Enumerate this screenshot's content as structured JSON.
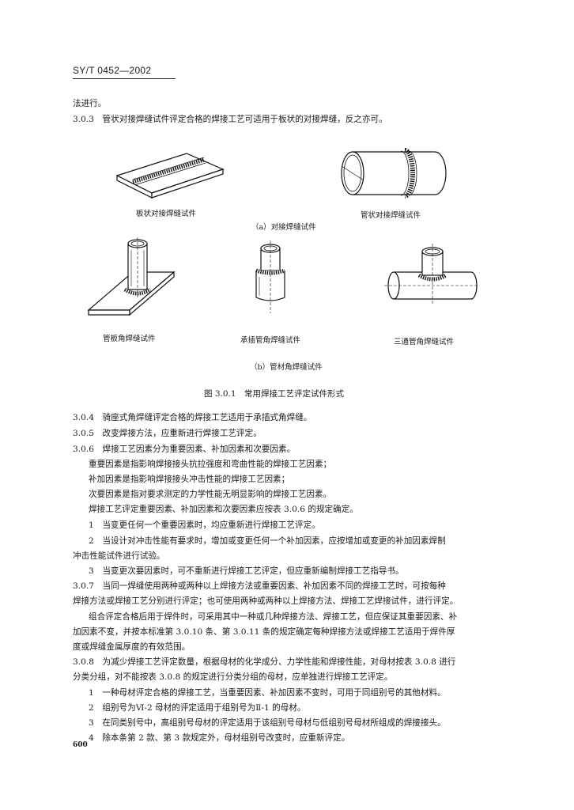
{
  "header": {
    "std_code": "SY/T 0452—2002"
  },
  "intro": {
    "line0": "法进行。",
    "s303": "3.0.3　管状对接焊缝试件评定合格的焊接工艺可适用于板状的对接焊缝，反之亦可。"
  },
  "figure": {
    "cap_plate": "板状对接焊缝试件",
    "cap_pipe": "管状对接焊缝试件",
    "sub_a": "（a）对接焊缝试件",
    "cap_pipeplate": "管板角焊缝试件",
    "cap_socket": "承插管角焊缝试件",
    "cap_tee": "三通管角焊缝试件",
    "sub_b": "（b）管材角焊缝试件",
    "title": "图 3.0.1　常用焊接工艺评定试件形式"
  },
  "body": {
    "l1": "3.0.4　骑座式角焊缝评定合格的焊接工艺适用于承插式角焊缝。",
    "l2": "3.0.5　改变焊接方法，应重新进行焊接工艺评定。",
    "l3": "3.0.6　焊接工艺因素分为重要因素、补加因素和次要因素。",
    "l4": "重要因素是指影响焊接接头抗拉强度和弯曲性能的焊接工艺因素；",
    "l5": "补加因素是指影响焊接接头冲击性能的焊接工艺因素；",
    "l6": "次要因素是指对要求测定的力学性能无明显影响的焊接工艺因素。",
    "l7": "焊接工艺评定重要因素、补加因素和次要因素应按表 3.0.6 的规定确定。",
    "l8": "1　当变更任何一个重要因素时，均应重新进行焊接工艺评定。",
    "l9": "2　当设计对冲击性能有要求时，增加或变更任何一个补加因素，应按增加或变更的补加因素焊制",
    "l10": "冲击性能试件进行试验。",
    "l11": "3　当变更次要因素时，可不重新进行焊接工艺评定，但应重新编制焊接工艺指导书。",
    "l12": "3.0.7　当同一焊缝使用两种或两种以上焊接方法或重要因素、补加因素不同的焊接工艺时，可按每种",
    "l13": "焊接方法或焊接工艺分别进行评定；也可使用两种或两种以上焊接方法、焊接工艺焊接试件，进行评定。",
    "l14": "组合评定合格后用于焊件时，可采用其中一种或几种焊接方法、焊接工艺，但应保证其重要因素、补",
    "l15": "加因素不变，并按本标准第 3.0.10 条、第 3.0.11 条的规定确定每种焊接方法或焊接工艺适用于焊件厚",
    "l16": "度或焊缝金属厚度的有效范围。",
    "l17": "3.0.8　为减少焊接工艺评定数量，根据母材的化学成分、力学性能和焊接性能，对母材按表 3.0.8 进行",
    "l18": "分类分组，对不能按表 3.0.8 的规定进行分类分组的母材，应单独进行焊接工艺评定。",
    "l19": "1　一种母材评定合格的焊接工艺，当重要因素、补加因素不变时，可用于同组别号的其他材料。",
    "l20": "2　组别号为Ⅵ-2 母材的评定适用于组别号为Ⅱ-1 的母材。",
    "l21": "3　在同类别号中，高组别号母材的评定适用于该组别号母材与低组别号母材所组成的焊接接头。",
    "l22": "4　除本条第 2 款、第 3 款规定外，母材组别号改变时，应重新评定。"
  },
  "footer": {
    "page_number": "600"
  }
}
